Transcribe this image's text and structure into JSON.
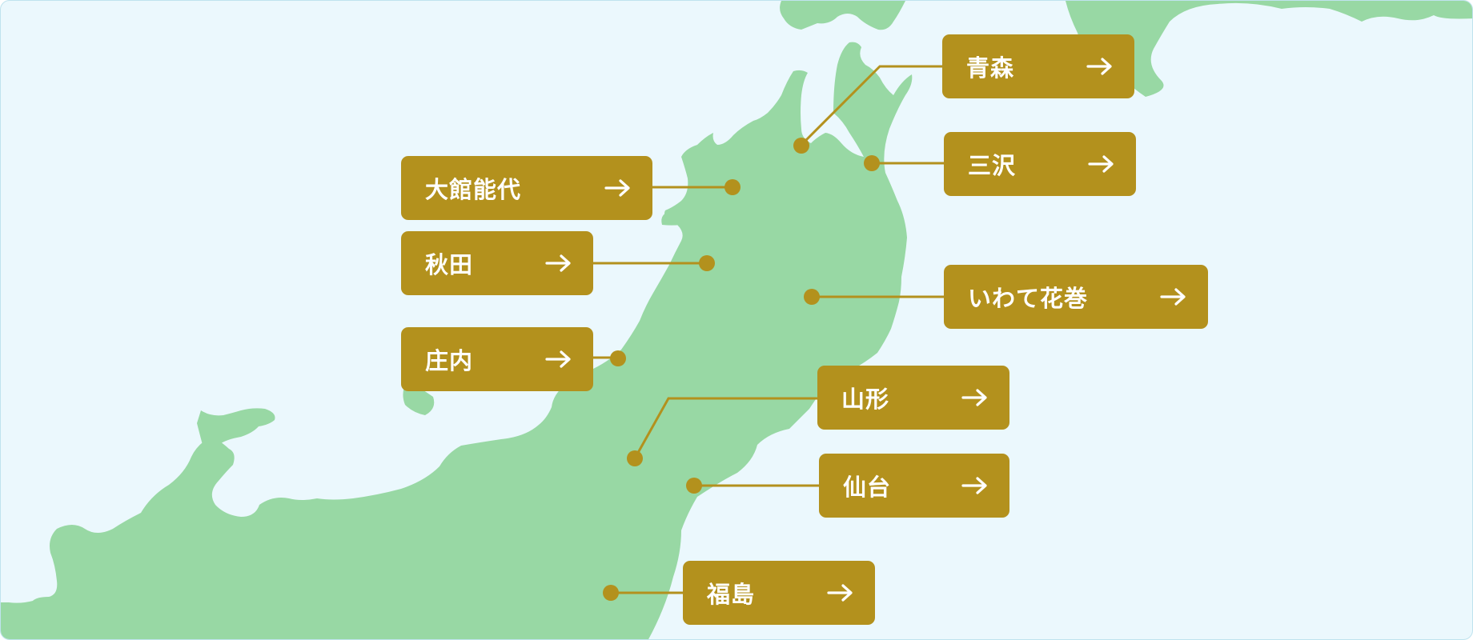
{
  "map": {
    "colors": {
      "sea": "#ebf8fd",
      "land": "#98d8a4",
      "accent": "#b3911d",
      "label_text": "#ffffff"
    },
    "airports": [
      {
        "id": "aomori",
        "label": "青森",
        "arrow_icon": "arrow-right-icon"
      },
      {
        "id": "misawa",
        "label": "三沢",
        "arrow_icon": "arrow-right-icon"
      },
      {
        "id": "odate-noshiro",
        "label": "大館能代",
        "arrow_icon": "arrow-right-icon"
      },
      {
        "id": "akita",
        "label": "秋田",
        "arrow_icon": "arrow-right-icon"
      },
      {
        "id": "iwate-hanamaki",
        "label": "いわて花巻",
        "arrow_icon": "arrow-right-icon"
      },
      {
        "id": "shonai",
        "label": "庄内",
        "arrow_icon": "arrow-right-icon"
      },
      {
        "id": "yamagata",
        "label": "山形",
        "arrow_icon": "arrow-right-icon"
      },
      {
        "id": "sendai",
        "label": "仙台",
        "arrow_icon": "arrow-right-icon"
      },
      {
        "id": "fukushima",
        "label": "福島",
        "arrow_icon": "arrow-right-icon"
      }
    ]
  }
}
